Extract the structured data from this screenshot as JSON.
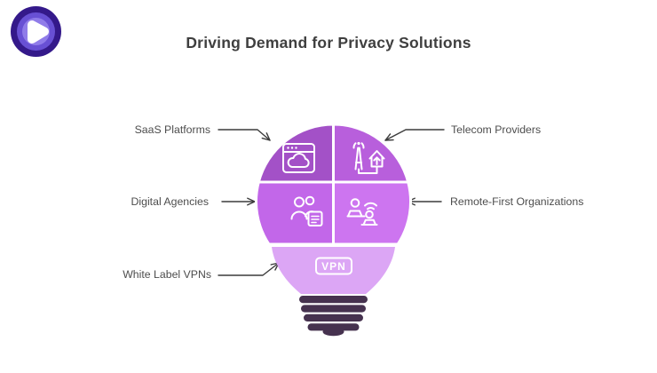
{
  "title": "Driving Demand for Privacy Solutions",
  "logo": {
    "alt": "PureVPN logo",
    "outer_color": "#34198a",
    "mid_color": "#6850d4",
    "inner_color": "#907ce9",
    "play_color": "#ffffff"
  },
  "callouts": {
    "saas": "SaaS Platforms",
    "telecom": "Telecom Providers",
    "digital": "Digital Agencies",
    "remote": "Remote-First Organizations",
    "white_label": "White Label VPNs"
  },
  "bulb": {
    "badge_text": "VPN",
    "quadrant_colors": {
      "top_left": "#a351c7",
      "top_right": "#b85fdc",
      "bottom_left": "#c267e9",
      "bottom_right": "#cd75f0"
    },
    "neck_color": "#dca6f5",
    "base_color": "#46324f",
    "icon_color": "#ffffff"
  },
  "colors": {
    "background": "#ffffff",
    "title_text": "#3f3f3f",
    "label_text": "#4d4d4d",
    "arrow": "#3b3b3b"
  }
}
